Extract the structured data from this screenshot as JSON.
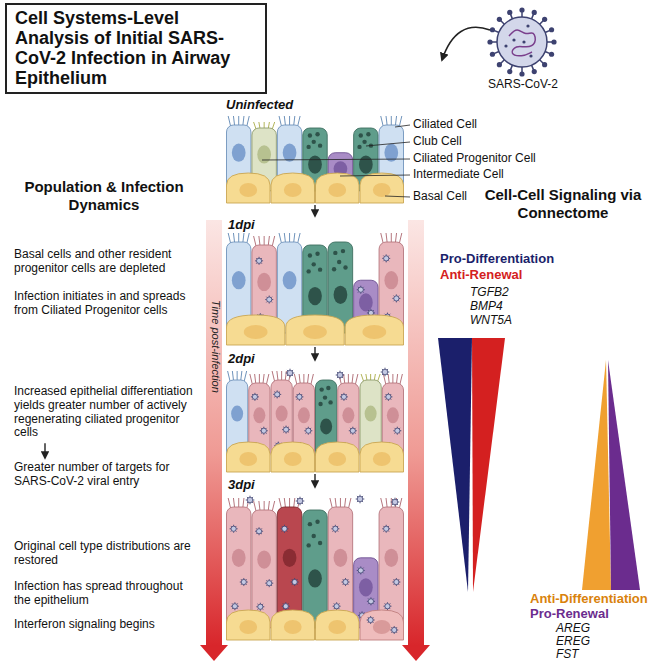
{
  "diagram": {
    "title": "Cell Systems-Level Analysis of Initial SARS-CoV-2 Infection in Airway Epithelium",
    "labels": [
      "SARS-CoV-2",
      "Uninfected",
      "Ciliated Cell",
      "Club Cell",
      "Ciliated Progenitor Cell",
      "Intermediate Cell",
      "Basal Cell",
      "Population & Infection Dynamics",
      "Cell-Cell Signaling via Connectome",
      "Time post-infection",
      "1dpi",
      "Basal cells and other resident progenitor cells are depleted",
      "Infection initiates in and spreads from Ciliated Progenitor cells",
      "Pro-Differentiation",
      "Anti-Renewal",
      "TGFB2",
      "BMP4",
      "WNT5A",
      "2dpi",
      "Increased epithelial differentiation yields greater number of actively regenerating ciliated progenitor cells",
      "Greater number of targets for SARS-CoV-2 viral entry",
      "3dpi",
      "Original cell type distributions are restored",
      "Infection has spread throughout the epithelium",
      "Interferon signaling begins",
      "Anti-Differentiation",
      "Pro-Renewal",
      "AREG",
      "EREG",
      "FST"
    ]
  }
}
